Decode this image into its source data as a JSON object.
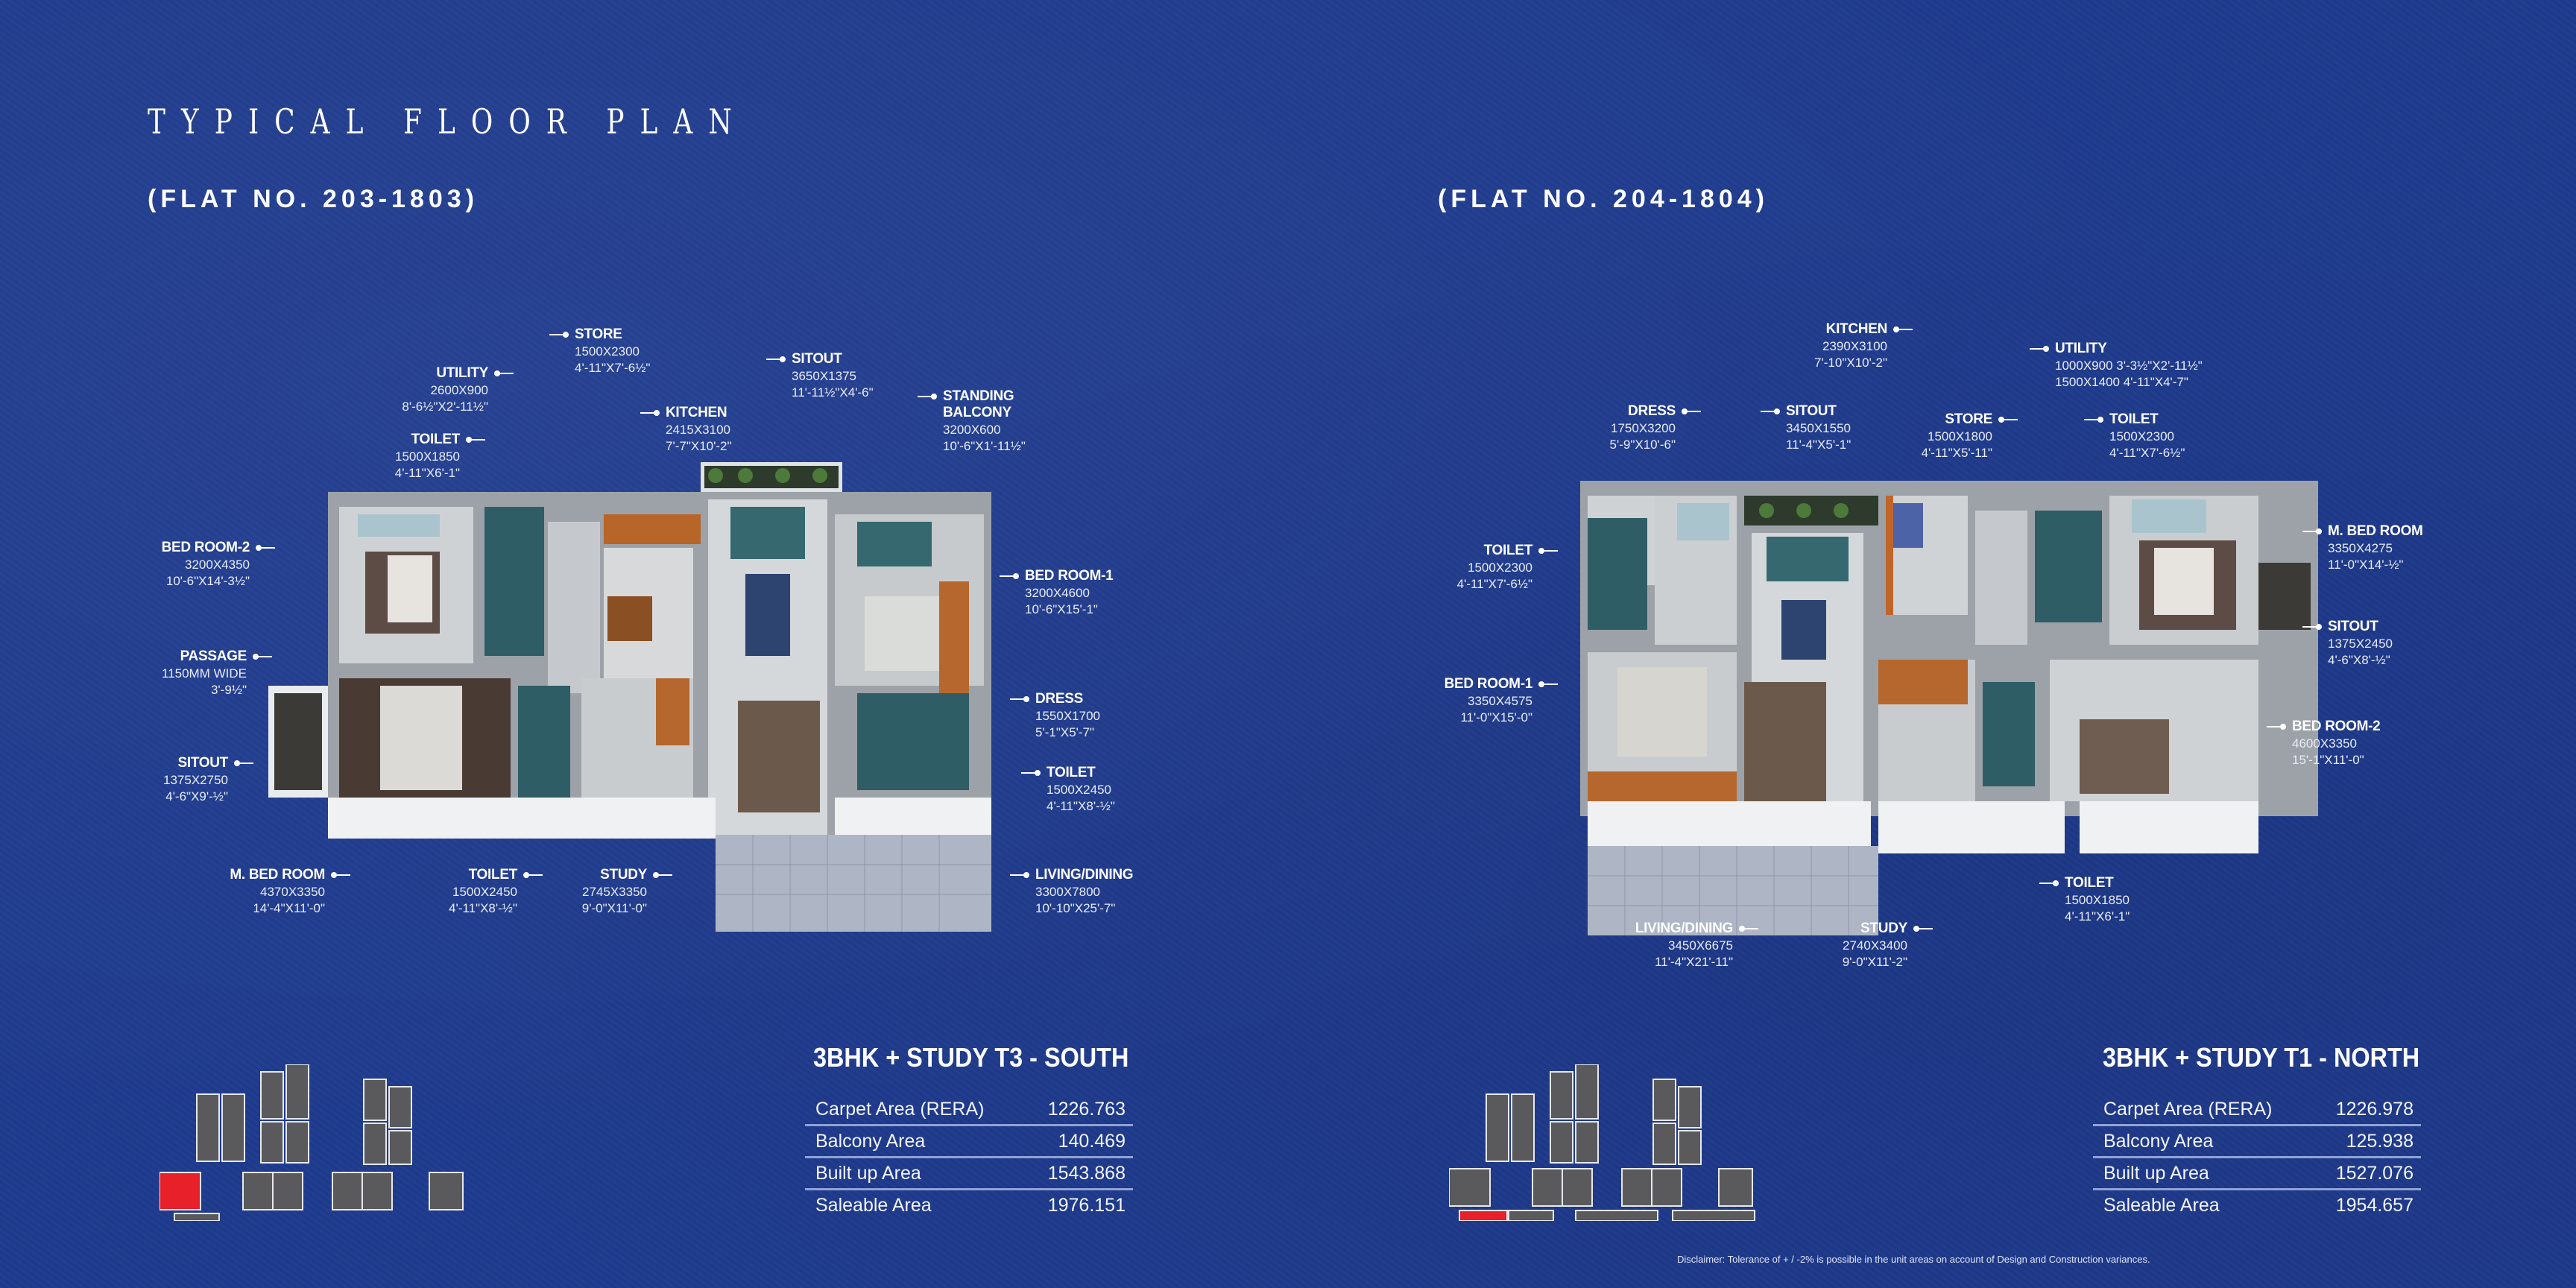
{
  "header": {
    "title": "TYPICAL FLOOR PLAN"
  },
  "plans": [
    {
      "flat": "(FLAT NO. 203-1803)",
      "unit_type": "3BHK + STUDY T3 - SOUTH",
      "rooms": [
        {
          "name": "STORE",
          "dim1": "1500X2300",
          "dim2": "4'-11\"X7'-6½\""
        },
        {
          "name": "UTILITY",
          "dim1": "2600X900",
          "dim2": "8'-6½\"X2'-11½\""
        },
        {
          "name": "TOILET",
          "dim1": "1500X1850",
          "dim2": "4'-11\"X6'-1\""
        },
        {
          "name": "KITCHEN",
          "dim1": "2415X3100",
          "dim2": "7'-7\"X10'-2\""
        },
        {
          "name": "SITOUT",
          "dim1": "3650X1375",
          "dim2": "11'-11½\"X4'-6\""
        },
        {
          "name": "STANDING BALCONY",
          "dim1": "3200X600",
          "dim2": "10'-6\"X1'-11½\""
        },
        {
          "name": "BED ROOM-2",
          "dim1": "3200X4350",
          "dim2": "10'-6\"X14'-3½\""
        },
        {
          "name": "BED ROOM-1",
          "dim1": "3200X4600",
          "dim2": "10'-6\"X15'-1\""
        },
        {
          "name": "PASSAGE",
          "dim1": "1150MM WIDE",
          "dim2": "3'-9½\""
        },
        {
          "name": "DRESS",
          "dim1": "1550X1700",
          "dim2": "5'-1\"X5'-7\""
        },
        {
          "name": "SITOUT",
          "dim1": "1375X2750",
          "dim2": "4'-6\"X9'-½\""
        },
        {
          "name": "TOILET",
          "dim1": "1500X2450",
          "dim2": "4'-11\"X8'-½\""
        },
        {
          "name": "M. BED ROOM",
          "dim1": "4370X3350",
          "dim2": "14'-4\"X11'-0\""
        },
        {
          "name": "TOILET",
          "dim1": "1500X2450",
          "dim2": "4'-11\"X8'-½\""
        },
        {
          "name": "STUDY",
          "dim1": "2745X3350",
          "dim2": "9'-0\"X11'-0\""
        },
        {
          "name": "LIVING/DINING",
          "dim1": "3300X7800",
          "dim2": "10'-10\"X25'-7\""
        }
      ],
      "areas": [
        {
          "label": "Carpet Area (RERA)",
          "value": "1226.763"
        },
        {
          "label": "Balcony Area",
          "value": "140.469"
        },
        {
          "label": "Built up Area",
          "value": "1543.868"
        },
        {
          "label": "Saleable Area",
          "value": "1976.151"
        }
      ]
    },
    {
      "flat": "(FLAT NO. 204-1804)",
      "unit_type": "3BHK + STUDY T1 - NORTH",
      "rooms": [
        {
          "name": "KITCHEN",
          "dim1": "2390X3100",
          "dim2": "7'-10\"X10'-2\""
        },
        {
          "name": "UTILITY",
          "dim1": "1000X900  3'-3½\"X2'-11½\"",
          "dim2": "1500X1400  4'-11\"X4'-7\""
        },
        {
          "name": "DRESS",
          "dim1": "1750X3200",
          "dim2": "5'-9\"X10'-6\""
        },
        {
          "name": "SITOUT",
          "dim1": "3450X1550",
          "dim2": "11'-4\"X5'-1\""
        },
        {
          "name": "STORE",
          "dim1": "1500X1800",
          "dim2": "4'-11\"X5'-11\""
        },
        {
          "name": "TOILET",
          "dim1": "1500X2300",
          "dim2": "4'-11\"X7'-6½\""
        },
        {
          "name": "TOILET",
          "dim1": "1500X2300",
          "dim2": "4'-11\"X7'-6½\""
        },
        {
          "name": "M. BED ROOM",
          "dim1": "3350X4275",
          "dim2": "11'-0\"X14'-½\""
        },
        {
          "name": "SITOUT",
          "dim1": "1375X2450",
          "dim2": "4'-6\"X8'-½\""
        },
        {
          "name": "BED ROOM-1",
          "dim1": "3350X4575",
          "dim2": "11'-0\"X15'-0\""
        },
        {
          "name": "BED ROOM-2",
          "dim1": "4600X3350",
          "dim2": "15'-1\"X11'-0\""
        },
        {
          "name": "TOILET",
          "dim1": "1500X1850",
          "dim2": "4'-11\"X6'-1\""
        },
        {
          "name": "LIVING/DINING",
          "dim1": "3450X6675",
          "dim2": "11'-4\"X21'-11\""
        },
        {
          "name": "STUDY",
          "dim1": "2740X3400",
          "dim2": "9'-0\"X11'-2\""
        }
      ],
      "areas": [
        {
          "label": "Carpet Area (RERA)",
          "value": "1226.978"
        },
        {
          "label": "Balcony Area",
          "value": "125.938"
        },
        {
          "label": "Built up Area",
          "value": "1527.076"
        },
        {
          "label": "Saleable Area",
          "value": "1954.657"
        }
      ]
    }
  ],
  "disclaimer": "Disclaimer: Tolerance of + / -2% is possible in the unit areas on account of Design and Construction variances.",
  "colors": {
    "background": "#1f3b8e",
    "highlight": "#e8202a",
    "block": "#5a5a5c"
  }
}
